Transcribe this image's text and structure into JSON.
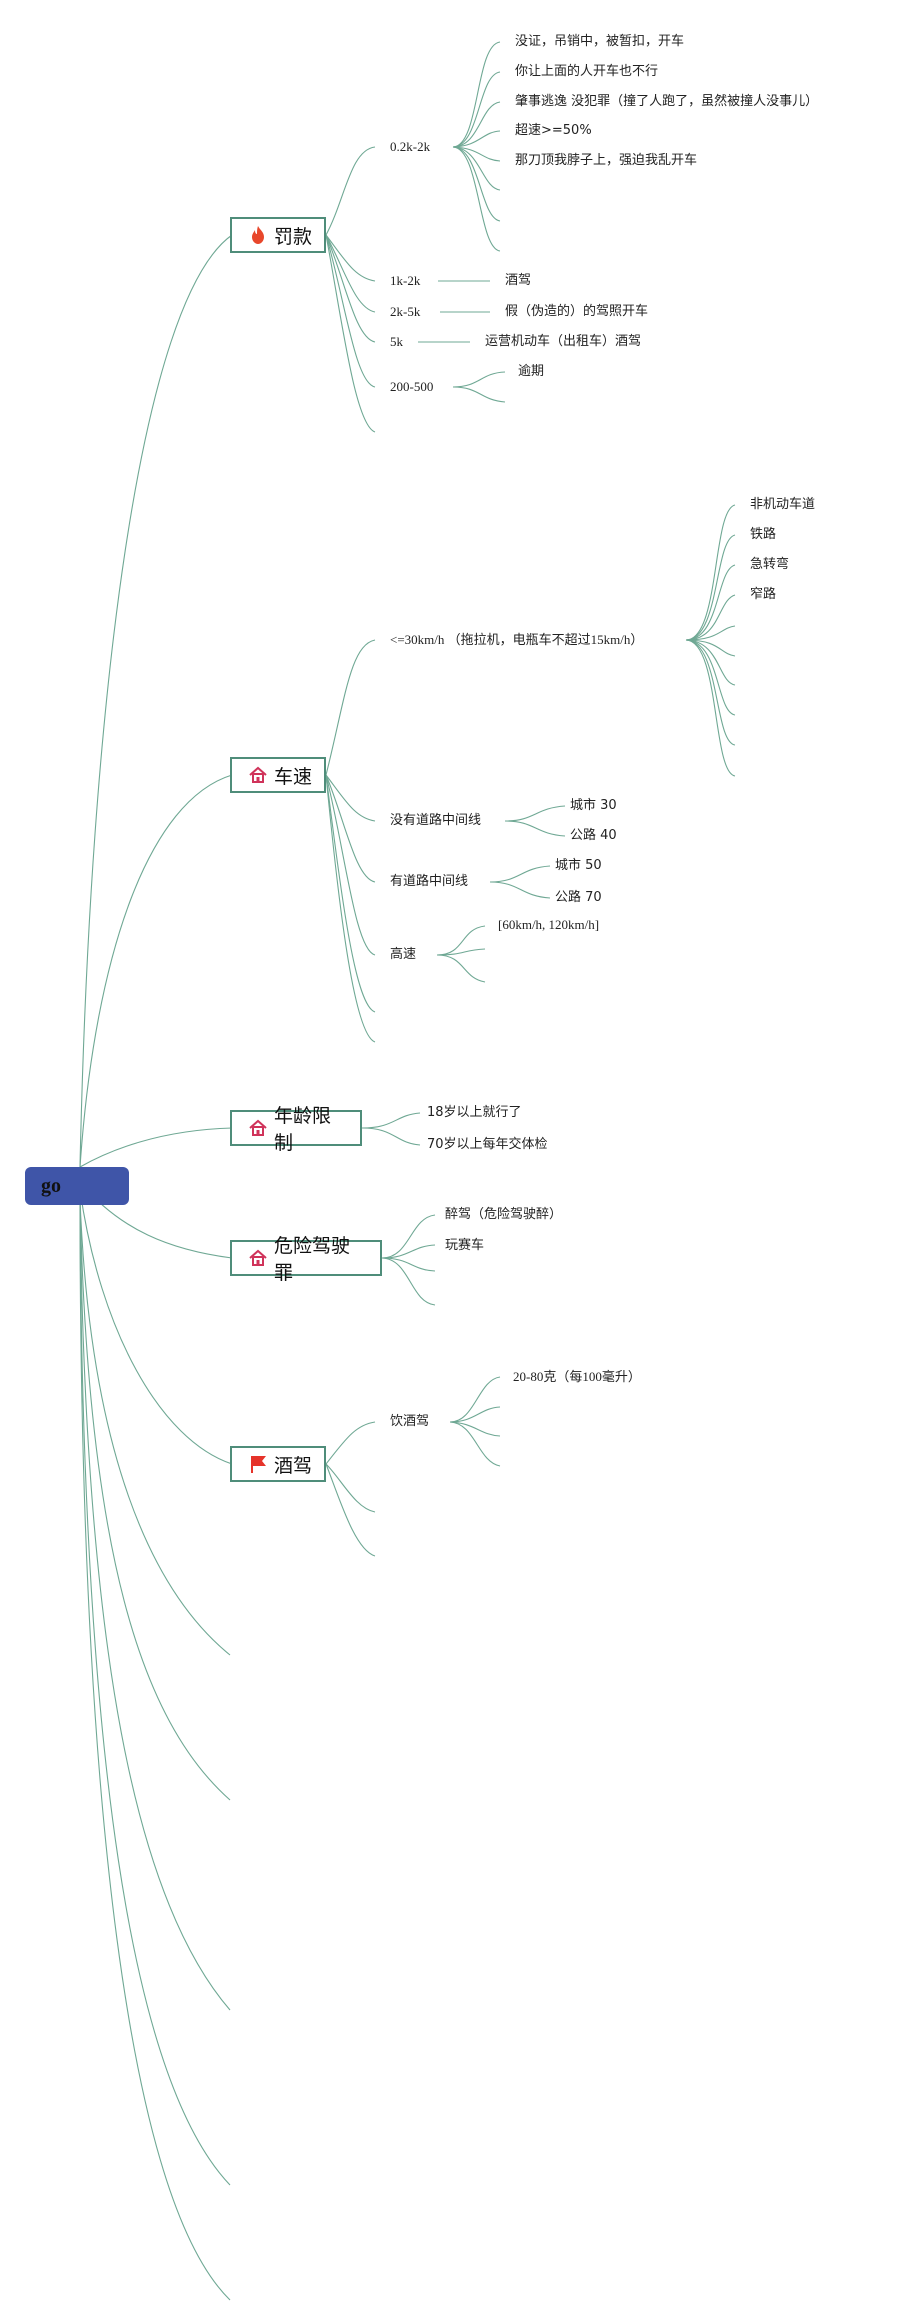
{
  "root": {
    "label": "go"
  },
  "categories": {
    "fines": {
      "label": "罚款",
      "icon": "fire-icon"
    },
    "speed": {
      "label": "车速",
      "icon": "house-icon"
    },
    "age": {
      "label": "年龄限制",
      "icon": "house-icon"
    },
    "danger": {
      "label": "危险驾驶罪",
      "icon": "house-icon"
    },
    "drunk": {
      "label": "酒驾",
      "icon": "red-flag-icon"
    }
  },
  "fines": {
    "b1": {
      "label": "0.2k-2k",
      "items": [
        "没证，吊销中，被暂扣，开车",
        "你让上面的人开车也不行",
        "肇事逃逸 没犯罪（撞了人跑了，虽然被撞人没事儿）",
        "超速>=50%",
        "那刀顶我脖子上，强迫我乱开车"
      ]
    },
    "b2": {
      "label": "1k-2k",
      "item": "酒驾"
    },
    "b3": {
      "label": "2k-5k",
      "item": "假（伪造的）的驾照开车"
    },
    "b4": {
      "label": "5k",
      "item": "运营机动车（出租车）酒驾"
    },
    "b5": {
      "label": "200-500",
      "item": "逾期"
    }
  },
  "speed": {
    "b1": {
      "label": "<=30km/h （拖拉机，电瓶车不超过15km/h）",
      "items": [
        "非机动车道",
        "铁路",
        "急转弯",
        "窄路"
      ]
    },
    "b2": {
      "label": "没有道路中间线",
      "items": [
        "城市 30",
        "公路 40"
      ]
    },
    "b3": {
      "label": "有道路中间线",
      "items": [
        "城市 50",
        "公路 70"
      ]
    },
    "b4": {
      "label": "高速",
      "items": [
        "[60km/h, 120km/h]"
      ]
    }
  },
  "age": {
    "items": [
      "18岁以上就行了",
      "70岁以上每年交体检"
    ]
  },
  "danger": {
    "items": [
      "醉驾（危险驾驶醉）",
      "玩赛车"
    ]
  },
  "drunk": {
    "b1": {
      "label": "饮酒驾",
      "items": [
        "20-80克（每100毫升）"
      ]
    }
  },
  "colors": {
    "link": "#6fa894",
    "category_border": "#4f8d7a",
    "root_fill": "#3f55a8",
    "fire": "#e8472b",
    "house": "#d0335a",
    "flag": "#e6332a"
  }
}
